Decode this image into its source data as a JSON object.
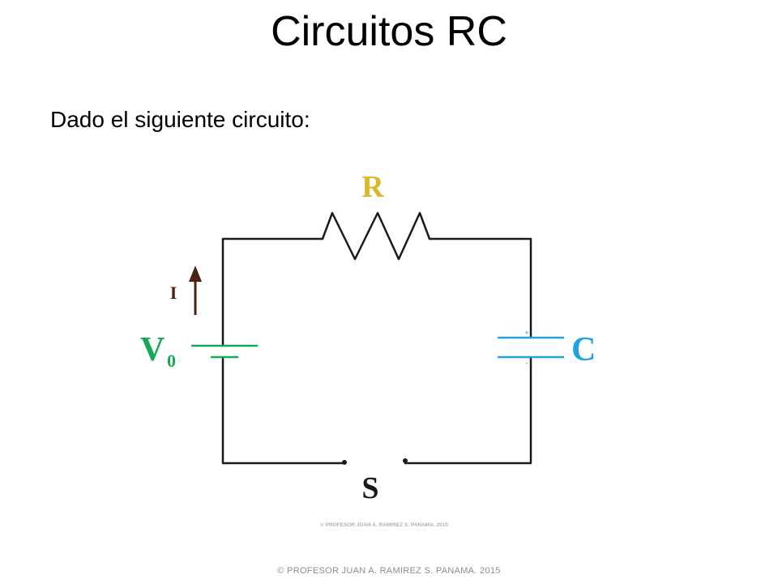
{
  "slide": {
    "title": "Circuitos RC",
    "intro": "Dado el siguiente circuito:",
    "footer": "© PROFESOR JUAN A. RAMIREZ S.  PANAMA.  2015"
  },
  "diagram": {
    "labels": {
      "resistor": "R",
      "capacitor": "C",
      "source_main": "V",
      "source_sub": "0",
      "switch": "S",
      "current": "I",
      "cap_plus": "+",
      "cap_minus": "-"
    },
    "watermark": "© PROFESOR JUAN A. RAMIREZ S.  PANAMA.  2015",
    "colors": {
      "wire": "#1a1a1a",
      "resistor_label": "#d9b82a",
      "capacitor": "#1fa3e0",
      "source": "#16a95a",
      "current_label": "#4a2412",
      "switch_label": "#1a1a1a",
      "watermark": "#b0b0b0"
    }
  }
}
